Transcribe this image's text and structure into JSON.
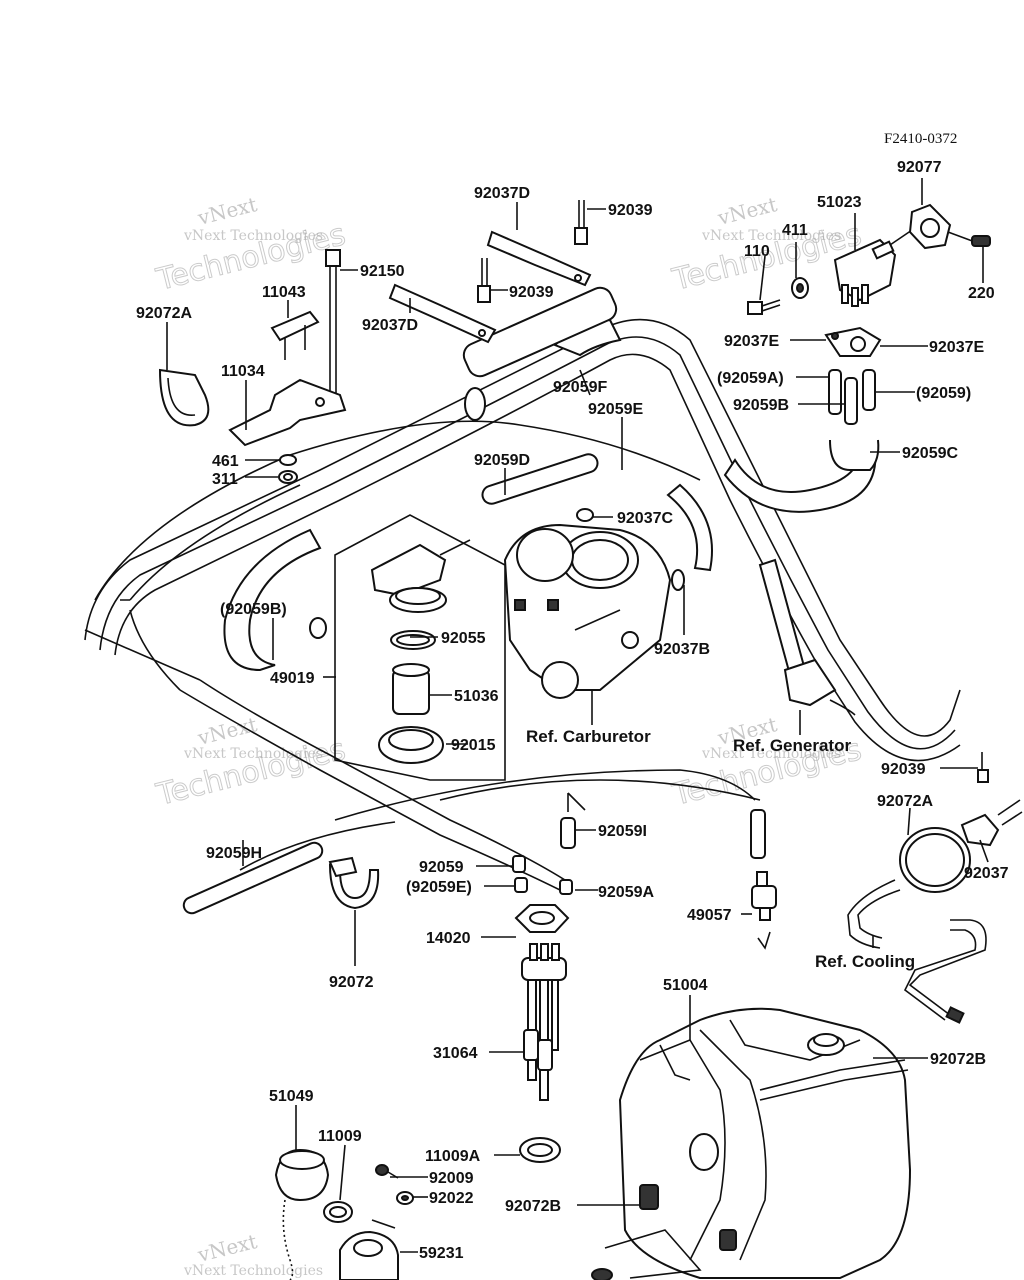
{
  "figure_code": "F2410-0372",
  "watermark": {
    "brand": "vNext",
    "line1": "vNext Technologies",
    "line2": "Technologies"
  },
  "labels": {
    "p92077": "92077",
    "p51023": "51023",
    "p411": "411",
    "p110": "110",
    "p220": "220",
    "p92037E_l": "92037E",
    "p92037E_r": "92037E",
    "p92059A_paren": "(92059A)",
    "p92059B": "92059B",
    "p92059_paren": "(92059)",
    "p92059C": "92059C",
    "p92037D_top": "92037D",
    "p92039_top": "92039",
    "p92039_mid": "92039",
    "p92037D_mid": "92037D",
    "p92150": "92150",
    "p11043": "11043",
    "p92072A_l": "92072A",
    "p11034": "11034",
    "p461": "461",
    "p311": "311",
    "p92059F": "92059F",
    "p92059E": "92059E",
    "p92059D": "92059D",
    "p92037C": "92037C",
    "p92059B_paren": "(92059B)",
    "p92055": "92055",
    "p49019": "49019",
    "p51036": "51036",
    "p92015": "92015",
    "p92037B": "92037B",
    "p92039_r": "92039",
    "p92072A_r": "92072A",
    "p92037_r": "92037",
    "p92059H": "92059H",
    "p92059I": "92059I",
    "p92059": "92059",
    "p92059E_paren": "(92059E)",
    "p92059A": "92059A",
    "p49057": "49057",
    "p92072": "92072",
    "p14020": "14020",
    "p51004": "51004",
    "p92072B_r": "92072B",
    "p31064": "31064",
    "p51049": "51049",
    "p11009": "11009",
    "p11009A": "11009A",
    "p92009": "92009",
    "p92022": "92022",
    "p92072B_b": "92072B",
    "p59231": "59231"
  },
  "references": {
    "carburetor": "Ref. Carburetor",
    "generator": "Ref. Generator",
    "cooling": "Ref. Cooling"
  }
}
